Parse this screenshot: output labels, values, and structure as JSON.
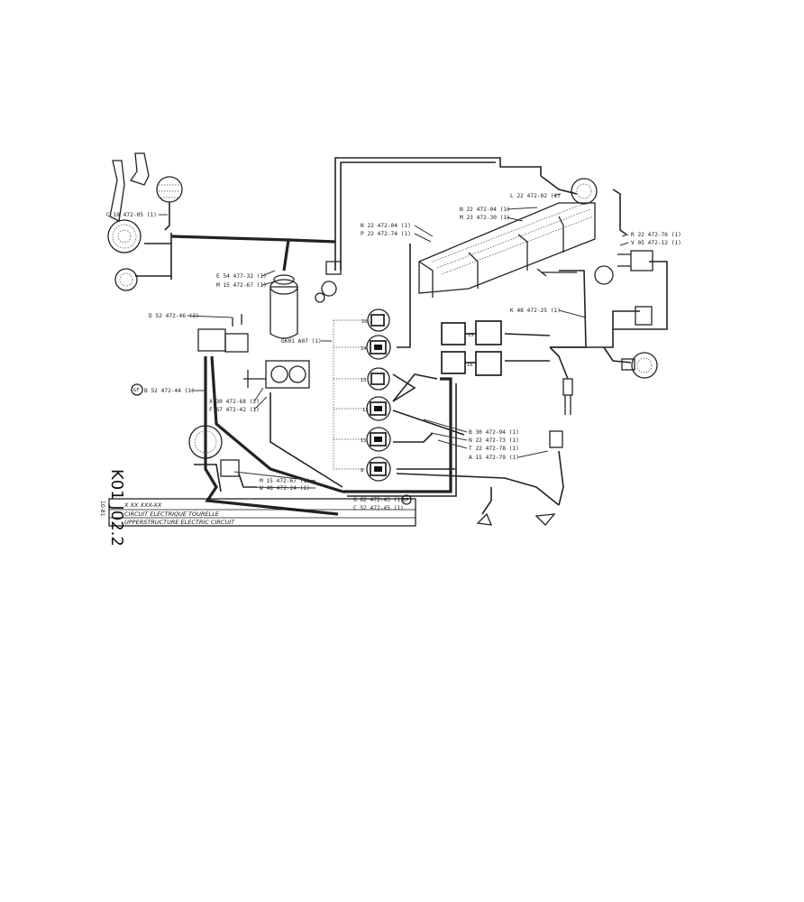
{
  "title_block": {
    "code_vertical": "K01 J02.2",
    "date_vertical": "10-81",
    "ref": "X XX XXX-XX",
    "line_fr": "CIRCUIT ELECTRIQUE TOURELLE",
    "line_en": "UPPERSTRUCTURE ELECTRIC CIRCUIT"
  },
  "labels": {
    "c19": "C 19 472-05 (1)",
    "e54": "E 54 477-32 (1)",
    "m15a": "M 15 472-67 (1)",
    "d52": "D 52 472-46 (2)",
    "b52": "B 52 472-44 (1)",
    "b52_badge": "GF",
    "x30": "X 30 472-68 (2)",
    "f67": "F 67 472-42 (1)",
    "m15b": "M 15 472-67 (1)",
    "w48": "W 48 472-24 (1)",
    "g62": "G 62 472-43 (1)",
    "g62_badge": "BF",
    "c52": "C 52 472-45 (1)",
    "gk01": "GK01 A07 (1)",
    "n22a": "N 22 472-04 (1)",
    "p22": "P 22 472-74 (1)",
    "l22": "L 22 472-02 (1)",
    "n22b": "N 22 472-04 (1)",
    "m23": "M 23 472-30 (1)",
    "r22": "R 22 472-76 (1)",
    "v05": "V 05 472-12 (1)",
    "k48": "K 48 472-25 (1)",
    "b30": "B 30 472-94 (1)",
    "n22c": "N 22 472-73 (1)",
    "t22": "T 22 472-78 (1)",
    "a15": "A 15 472-79 (1)"
  },
  "connector_numbers": [
    "10",
    "14",
    "13",
    "12",
    "11",
    "8",
    "15",
    "16"
  ]
}
